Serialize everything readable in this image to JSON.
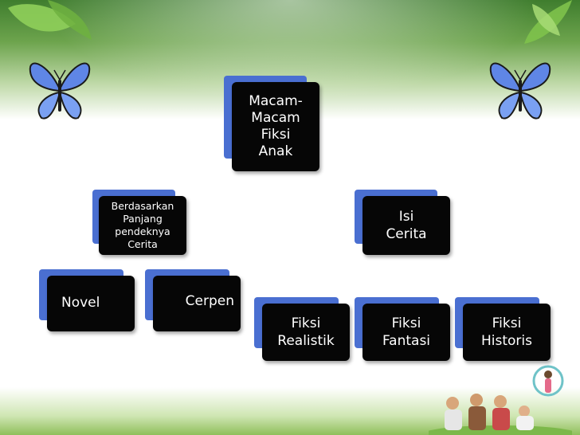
{
  "diagram": {
    "root": {
      "label": "Macam-\nMacam\nFiksi\nAnak"
    },
    "branches": [
      {
        "label": "Berdasarkan\nPanjang\npendeknya\nCerita",
        "children": [
          {
            "label": "Novel"
          },
          {
            "label": "Cerpen"
          }
        ]
      },
      {
        "label": "Isi\nCerita",
        "children": [
          {
            "label": "Fiksi\nRealistik"
          },
          {
            "label": "Fiksi\nFantasi"
          },
          {
            "label": "Fiksi\nHistoris"
          }
        ]
      }
    ]
  },
  "colors": {
    "box": "#060606",
    "box_text": "#ffffff",
    "shadow_tab": "#4a6fd1",
    "connector": "#ffffff"
  },
  "decorations": [
    "leaf",
    "butterfly",
    "butterfly",
    "family-photo"
  ]
}
